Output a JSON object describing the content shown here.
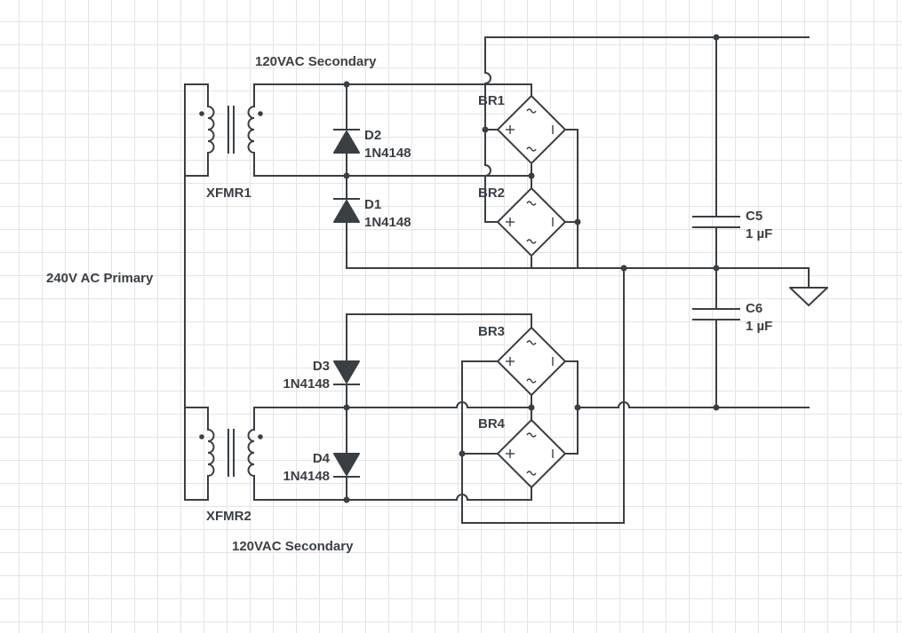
{
  "labels": {
    "primary": "240V AC Primary",
    "secondary_top": "120VAC Secondary",
    "secondary_bottom": "120VAC Secondary",
    "xfmr1": "XFMR1",
    "xfmr2": "XFMR2",
    "br1": "BR1",
    "br2": "BR2",
    "br3": "BR3",
    "br4": "BR4",
    "d1": {
      "ref": "D1",
      "part": "1N4148"
    },
    "d2": {
      "ref": "D2",
      "part": "1N4148"
    },
    "d3": {
      "ref": "D3",
      "part": "1N4148"
    },
    "d4": {
      "ref": "D4",
      "part": "1N4148"
    },
    "c5": {
      "ref": "C5",
      "value": "1 µF"
    },
    "c6": {
      "ref": "C6",
      "value": "1 µF"
    }
  },
  "colors": {
    "wire": "#3a3f44",
    "grid": "#e4e4e4",
    "background": "#ffffff"
  }
}
